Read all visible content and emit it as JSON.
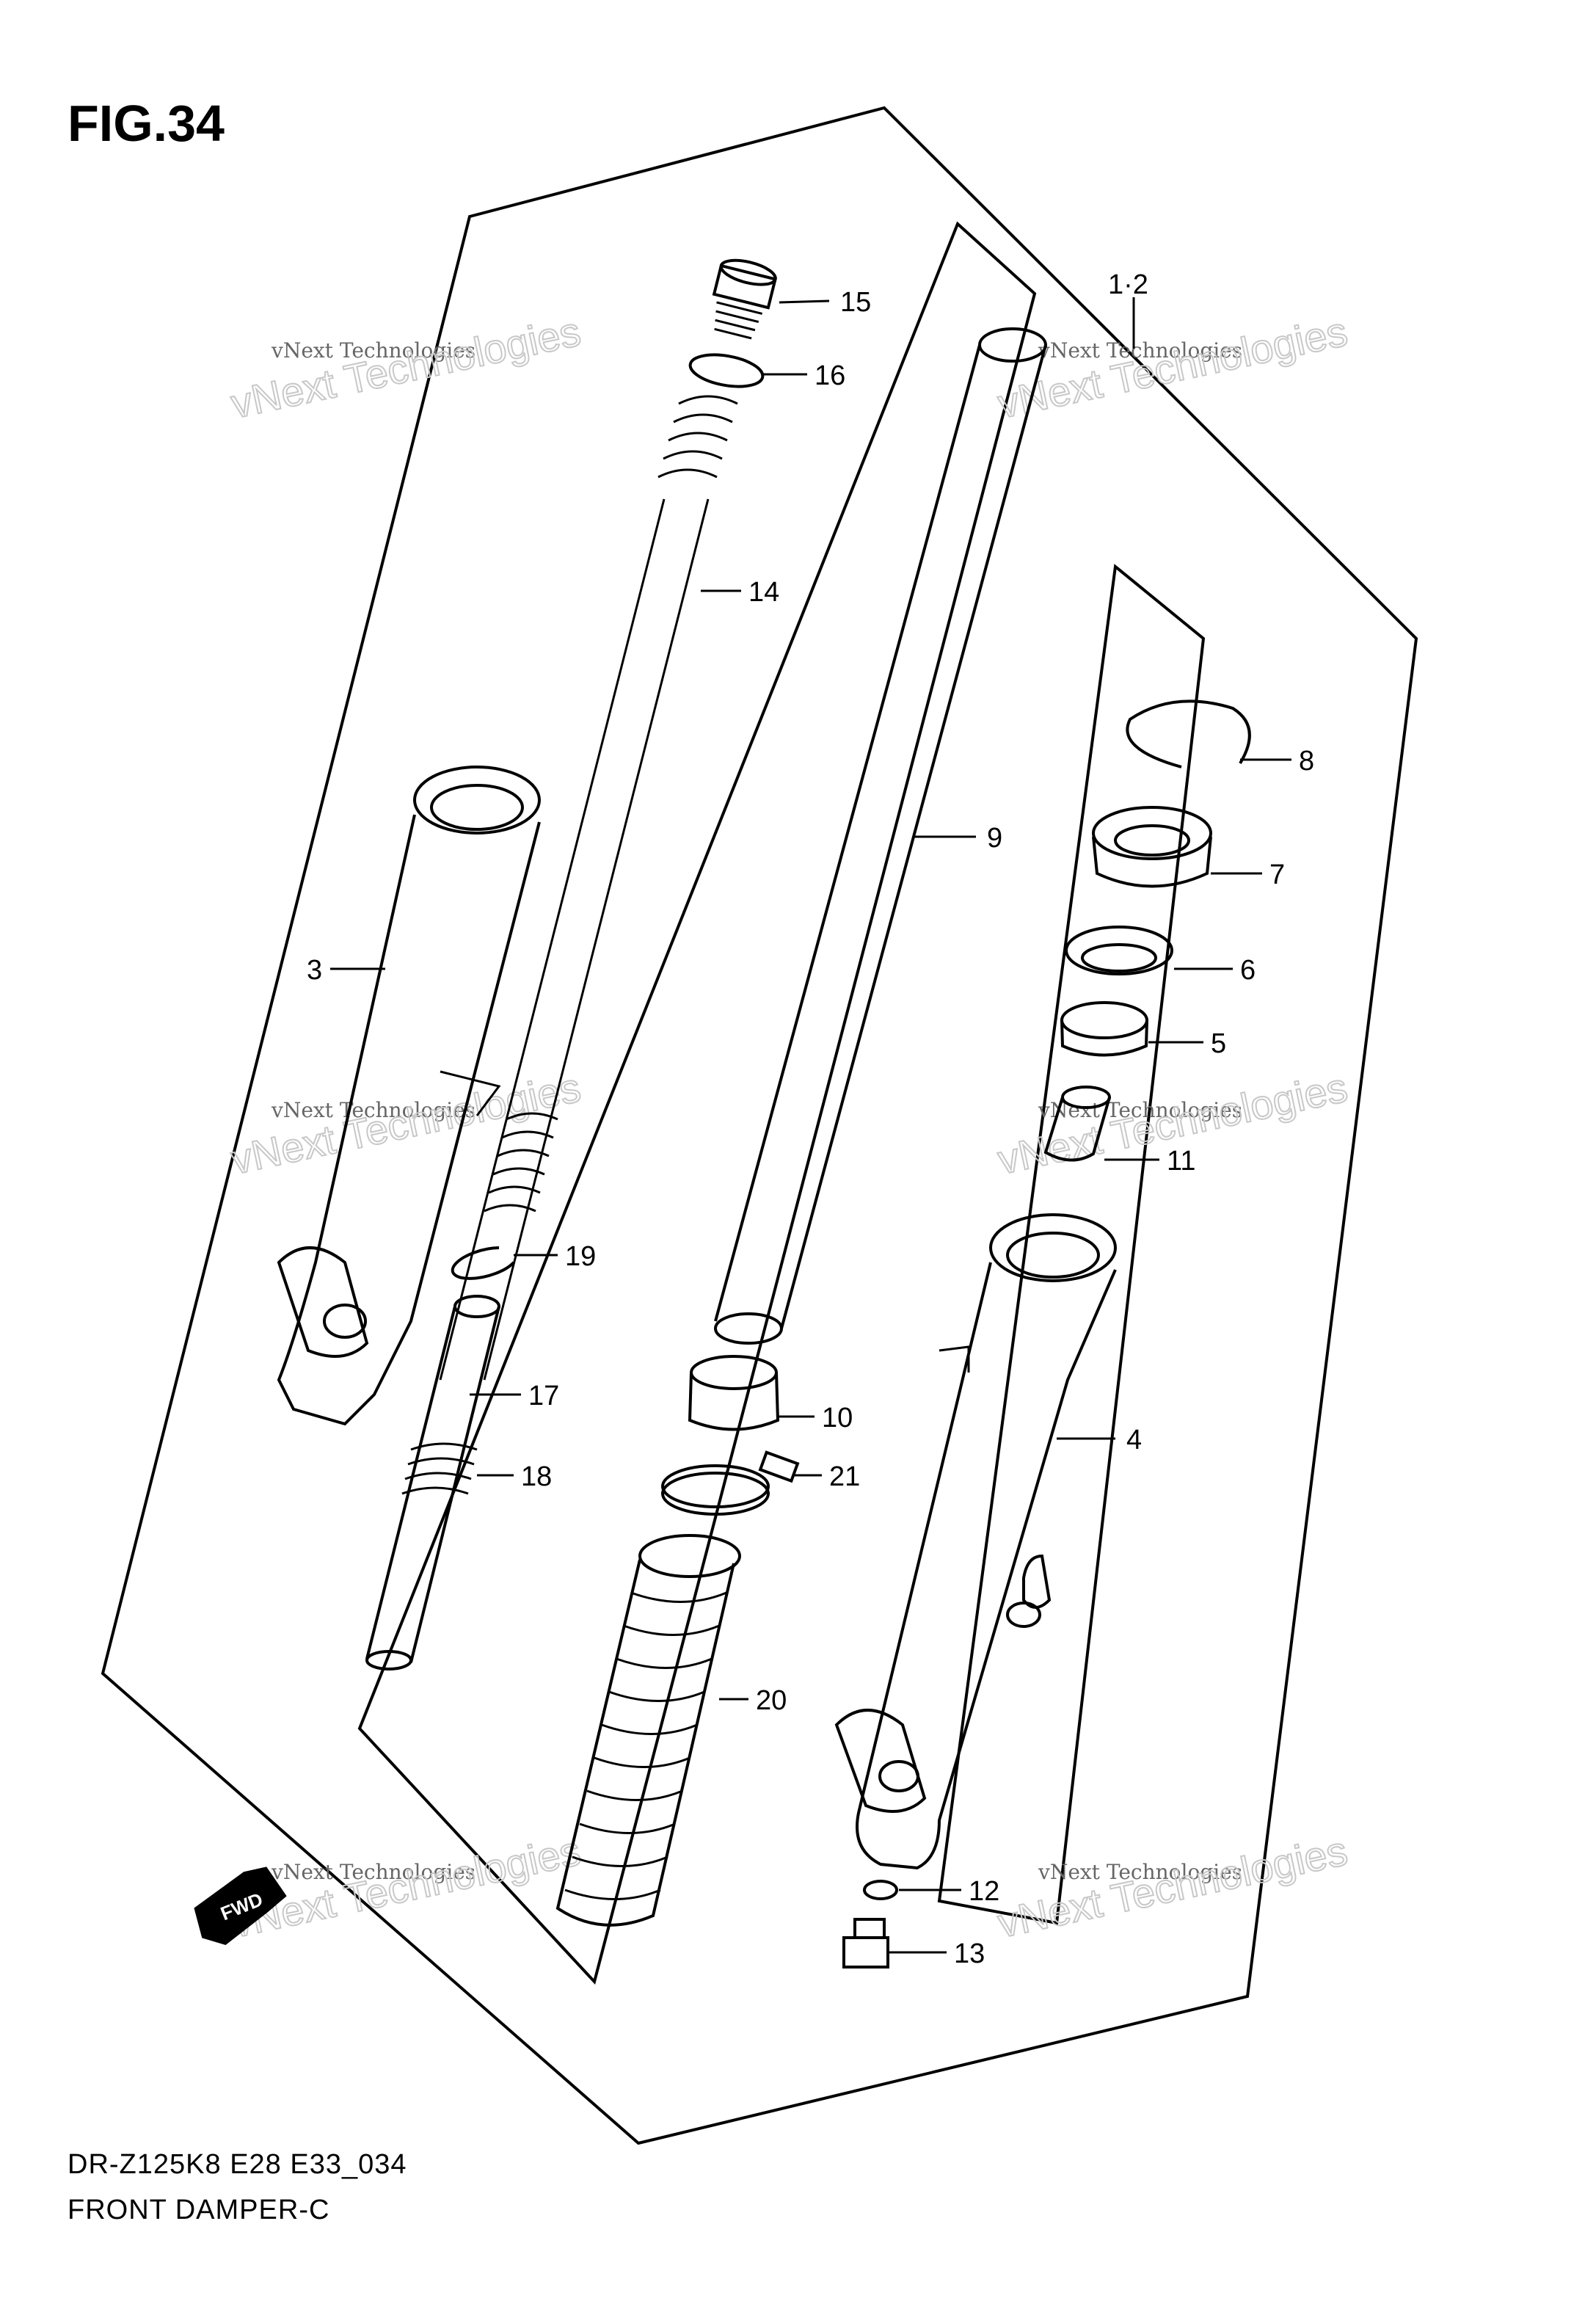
{
  "header": {
    "figure_label": "FIG.34"
  },
  "footer": {
    "model_code": "DR-Z125K8 E28 E33_034",
    "section_name": "FRONT DAMPER-C"
  },
  "watermark": {
    "small_text": "vNext Technologies",
    "big_text": "vNext Technologies"
  },
  "fwd_badge": {
    "text": "FWD"
  },
  "callouts": {
    "c1": "1·2",
    "c3": "3",
    "c4": "4",
    "c5": "5",
    "c6": "6",
    "c7": "7",
    "c8": "8",
    "c9": "9",
    "c10": "10",
    "c11": "11",
    "c12": "12",
    "c13": "13",
    "c14": "14",
    "c15": "15",
    "c16": "16",
    "c17": "17",
    "c18": "18",
    "c19": "19",
    "c20": "20",
    "c21": "21"
  }
}
